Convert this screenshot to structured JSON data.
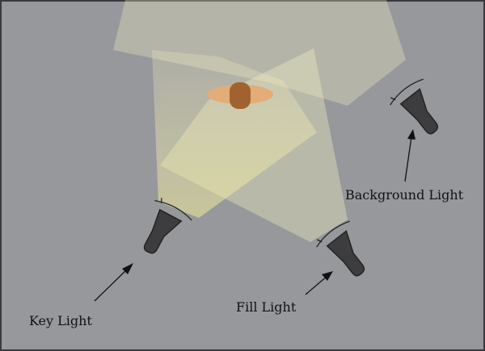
{
  "diagram": {
    "colors": {
      "background": "#97989c",
      "frame": "#3a3a3a",
      "beam": "#f3eec2",
      "beam_warm": "#f0eb9a",
      "fixture": "#3d3d3f",
      "fixture_stroke": "#222222",
      "subject_ring": "#e2ad79",
      "subject_head": "#a0632f",
      "arrow": "#111111"
    },
    "lights": [
      {
        "id": "key",
        "label": "Key Light",
        "icon": "spotlight-icon"
      },
      {
        "id": "fill",
        "label": "Fill Light",
        "icon": "spotlight-icon"
      },
      {
        "id": "background",
        "label": "Background Light",
        "icon": "spotlight-icon"
      }
    ],
    "subject": {
      "icon": "person-head-icon"
    }
  }
}
